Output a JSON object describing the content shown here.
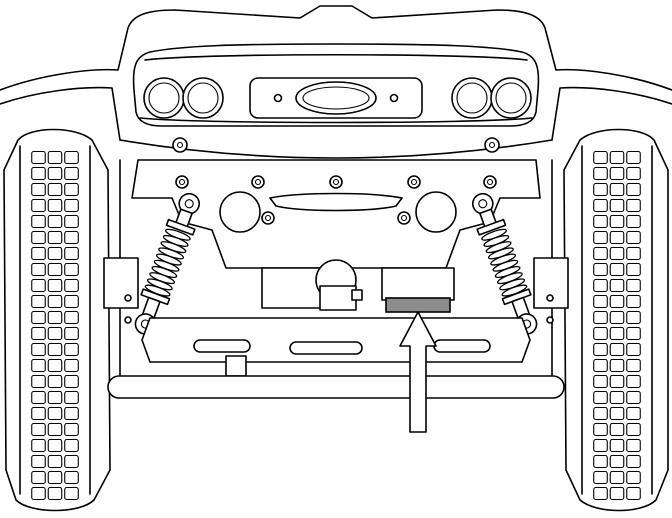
{
  "colors": {
    "line": "#000000",
    "background": "#ffffff",
    "highlight": "#8c8c8c"
  },
  "diagram": {
    "subject": "rear-underside-of-mobility-scooter",
    "callout": "arrow-pointing-up-at-highlighted-plate",
    "parts": [
      "body-shell",
      "rear-bumper",
      "tail-lights",
      "center-badge",
      "frame-plate",
      "left-shock-absorber",
      "right-shock-absorber",
      "left-rear-tire",
      "right-rear-tire",
      "rear-axle-bar",
      "highlighted-part",
      "pointer-arrow"
    ]
  }
}
